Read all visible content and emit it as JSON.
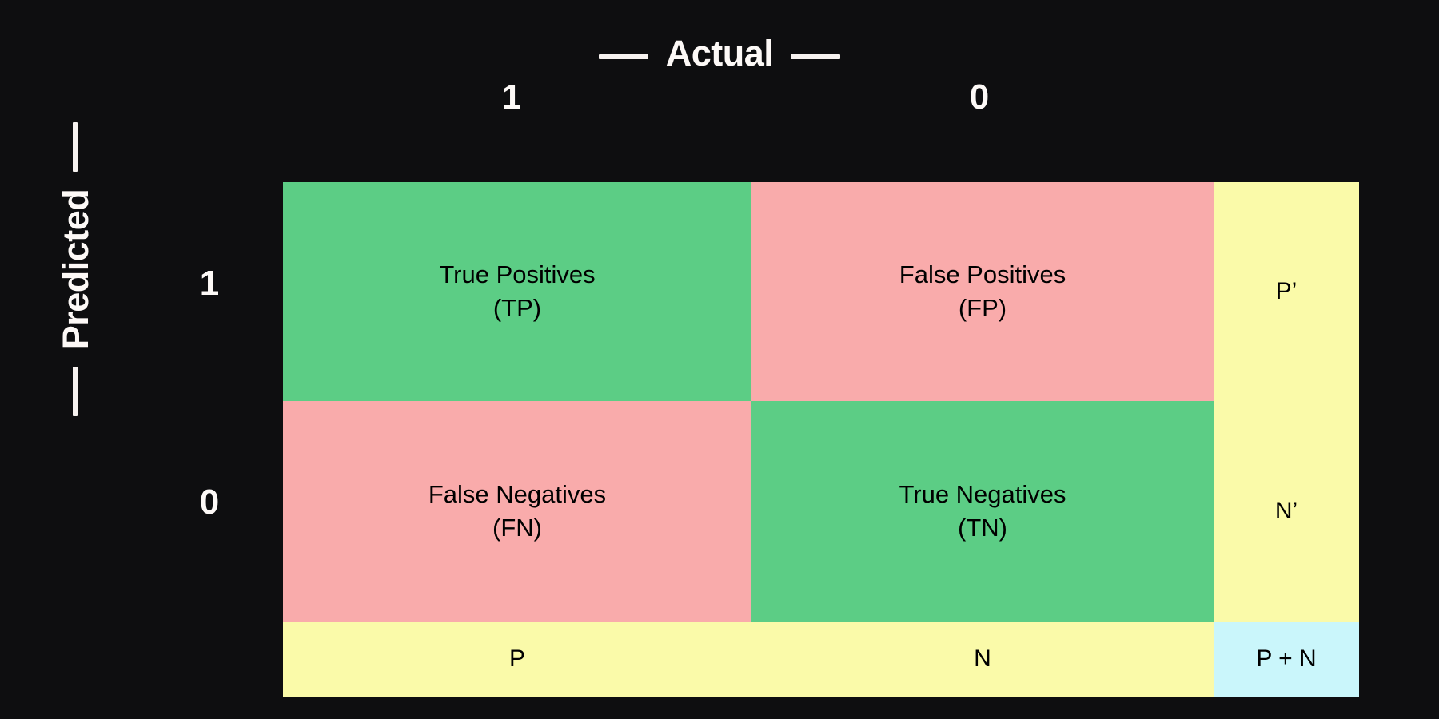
{
  "diagram": {
    "title_top": "Actual",
    "title_left": "Predicted",
    "column_headers": [
      "1",
      "0"
    ],
    "row_headers": [
      "1",
      "0"
    ],
    "cells": {
      "tp": {
        "label": "True Positives",
        "abbrev": "(TP)"
      },
      "fp": {
        "label": "False Positives",
        "abbrev": "(FP)"
      },
      "fn": {
        "label": "False Negatives",
        "abbrev": "(FN)"
      },
      "tn": {
        "label": "True Negatives",
        "abbrev": "(TN)"
      }
    },
    "margins": {
      "row_total_1": "P’",
      "row_total_0": "N’",
      "col_total_1": "P",
      "col_total_0": "N",
      "grand_total": "P + N"
    },
    "colors": {
      "background": "#0e0e10",
      "correct": "#5ccd85",
      "error": "#f9abab",
      "margin": "#fafaa9",
      "total": "#caf6fb",
      "text_on_dark": "#fdf9f7",
      "text_on_light": "#000000"
    }
  }
}
